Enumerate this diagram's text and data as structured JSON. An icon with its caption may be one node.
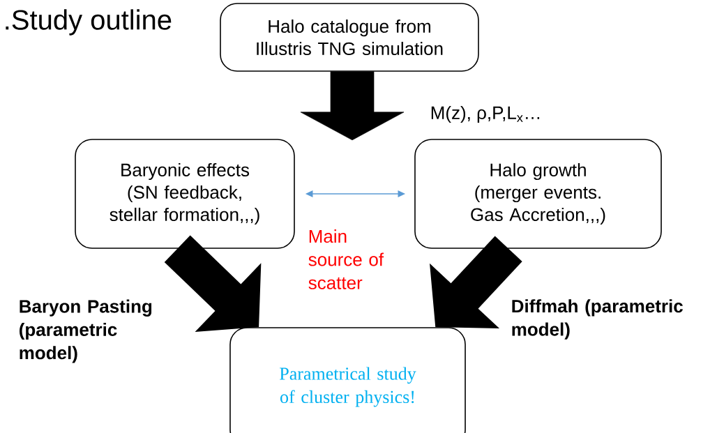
{
  "diagram": {
    "title": ".Study outline",
    "nodes": [
      {
        "text": [
          "Halo catalogue from Illustris TNG simulation"
        ]
      },
      {
        "text": [
          "Baryonic effects (SN feedback, stellar formation,,,)"
        ]
      },
      {
        "text": [
          "Halo growth (merger events. Gas Accretion,,,)"
        ]
      },
      {
        "text": [
          "Parametrical study of cluster physics!"
        ]
      }
    ],
    "edges": [
      {
        "from": 0,
        "to": null,
        "arrow": "to",
        "label": "M(z), ρ,P,L$_{x}$…"
      },
      {
        "from": 1,
        "to": 2,
        "arrow": "both",
        "color": "#5b9bd5",
        "label": "Main source of scatter"
      },
      {
        "from": 1,
        "to": 3,
        "arrow": "to",
        "label": "**Baryon Pasting (parametric model)**"
      },
      {
        "from": 2,
        "to": 3,
        "arrow": "to",
        "label": "**Diffmah (parametric model)**"
      }
    ]
  }
}
